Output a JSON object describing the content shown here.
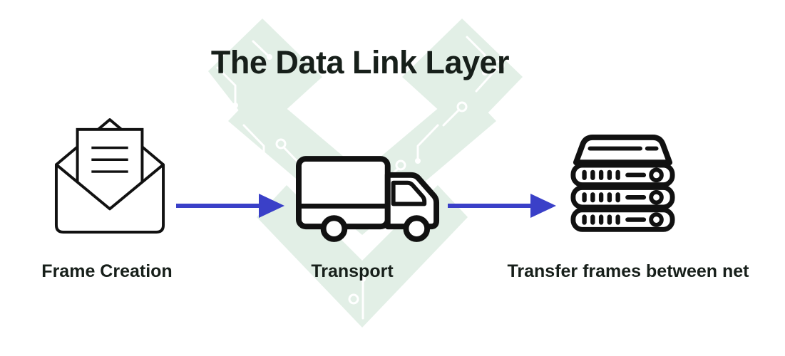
{
  "title": "The Data Link Layer",
  "steps": [
    {
      "label": "Frame Creation",
      "icon": "envelope-icon"
    },
    {
      "label": "Transport",
      "icon": "truck-icon"
    },
    {
      "label": "Transfer frames between net",
      "icon": "server-rack-icon"
    }
  ],
  "watermark": {
    "name": "circuit-board-chevron-logo"
  },
  "colors": {
    "background": "#ffffff",
    "text": "#171f1a",
    "icon_stroke": "#111111",
    "arrow": "#3a40c8",
    "watermark_green": "#e2efe6"
  }
}
